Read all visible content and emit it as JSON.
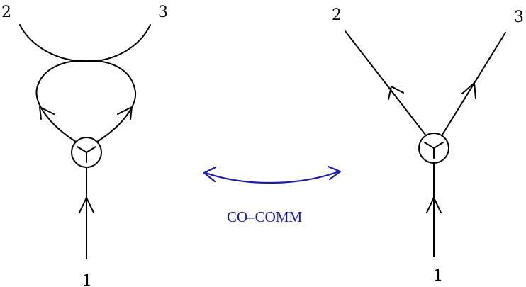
{
  "diagrams": {
    "left": {
      "bottom_label": "1",
      "top_left_label": "2",
      "top_right_label": "3"
    },
    "right": {
      "bottom_label": "1",
      "top_left_label": "2",
      "top_right_label": "3"
    }
  },
  "relation": {
    "caption": "CO–COMM",
    "color": "#1a1aaa"
  }
}
